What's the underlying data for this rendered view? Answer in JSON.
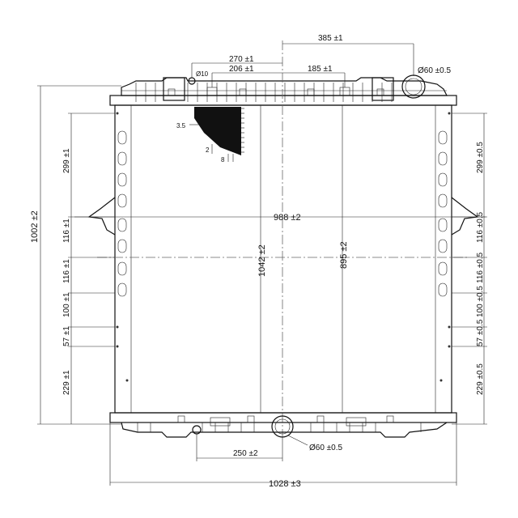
{
  "drawing": {
    "title": "",
    "dimensions": {
      "top_385": "385 ±1",
      "top_270": "270 ±1",
      "top_206": "206 ±1",
      "top_185": "185 ±1",
      "dia_10": "Ø10",
      "dia_60_top": "Ø60 ±0.5",
      "dia_60_bottom": "Ø60 ±0.5",
      "height_1002": "1002 ±2",
      "core_width_988": "988 ±2",
      "height_1042": "1042 ±2",
      "core_height_895": "895 ±2",
      "bottom_250": "250 ±2",
      "width_1028": "1028 ±3",
      "left_299": "299 ±1",
      "left_116a": "116 ±1",
      "left_116b": "116 ±1",
      "left_100": "100 ±1",
      "left_57": "57 ±1",
      "left_229": "229 ±1",
      "right_299": "299 ±0.5",
      "right_116a": "116 ±0.5",
      "right_116b": "116 ±0.5",
      "right_100": "100 ±0.5",
      "right_57": "57 ±0.5",
      "right_229": "229 ±0.5",
      "fin_3_5": "3.5",
      "fin_2": "2",
      "fin_8": "8"
    }
  }
}
